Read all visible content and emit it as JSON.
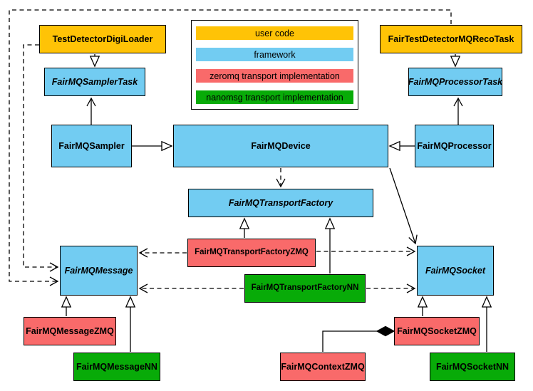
{
  "diagram": {
    "kind": "uml-class-diagram",
    "subject": "FairMQ framework transport architecture"
  },
  "colors": {
    "user_code": "#FFC306",
    "framework": "#72CCF2",
    "zeromq": "#F96A6A",
    "nanomsg": "#08AB08",
    "line": "#000000",
    "background": "#FFFFFF"
  },
  "legend": {
    "items": [
      {
        "label": "user code",
        "category": "user-code"
      },
      {
        "label": "framework",
        "category": "framework"
      },
      {
        "label": "zeromq transport implementation",
        "category": "zeromq"
      },
      {
        "label": "nanomsg transport implementation",
        "category": "nanomsg"
      }
    ]
  },
  "nodes": {
    "testdetectordigiloader": {
      "label": "TestDetectorDigiLoader",
      "category": "user-code",
      "abstract": false
    },
    "fairtestdetectormqrecotask": {
      "label": "FairTestDetectorMQRecoTask",
      "category": "user-code",
      "abstract": false
    },
    "fairmqsamplertask": {
      "label": "FairMQSamplerTask",
      "category": "framework",
      "abstract": true
    },
    "fairmqprocessortask": {
      "label": "FairMQProcessorTask",
      "category": "framework",
      "abstract": true
    },
    "fairmqsampler": {
      "label": "FairMQSampler",
      "category": "framework",
      "abstract": false
    },
    "fairmqdevice": {
      "label": "FairMQDevice",
      "category": "framework",
      "abstract": false
    },
    "fairmqprocessor": {
      "label": "FairMQProcessor",
      "category": "framework",
      "abstract": false
    },
    "fairmqtransportfactory": {
      "label": "FairMQTransportFactory",
      "category": "framework",
      "abstract": true
    },
    "fairmqtransportfactoryzmq": {
      "label": "FairMQTransportFactoryZMQ",
      "category": "zeromq",
      "abstract": false
    },
    "fairmqtransportfactorynn": {
      "label": "FairMQTransportFactoryNN",
      "category": "nanomsg",
      "abstract": false
    },
    "fairmqmessage": {
      "label": "FairMQMessage",
      "category": "framework",
      "abstract": true
    },
    "fairmqsocket": {
      "label": "FairMQSocket",
      "category": "framework",
      "abstract": true
    },
    "fairmqmessagezmq": {
      "label": "FairMQMessageZMQ",
      "category": "zeromq",
      "abstract": false
    },
    "fairmqmessagenn": {
      "label": "FairMQMessageNN",
      "category": "nanomsg",
      "abstract": false
    },
    "fairmqcontextzmq": {
      "label": "FairMQContextZMQ",
      "category": "zeromq",
      "abstract": false
    },
    "fairmqsocketzmq": {
      "label": "FairMQSocketZMQ",
      "category": "zeromq",
      "abstract": false
    },
    "fairmqsocketnn": {
      "label": "FairMQSocketNN",
      "category": "nanomsg",
      "abstract": false
    }
  },
  "relationships": [
    {
      "from": "TestDetectorDigiLoader",
      "to": "FairMQSamplerTask",
      "type": "inheritance"
    },
    {
      "from": "FairTestDetectorMQRecoTask",
      "to": "FairMQProcessorTask",
      "type": "inheritance"
    },
    {
      "from": "FairMQSampler",
      "to": "FairMQDevice",
      "type": "inheritance"
    },
    {
      "from": "FairMQProcessor",
      "to": "FairMQDevice",
      "type": "inheritance"
    },
    {
      "from": "FairMQSampler",
      "to": "FairMQSamplerTask",
      "type": "association"
    },
    {
      "from": "FairMQProcessor",
      "to": "FairMQProcessorTask",
      "type": "association"
    },
    {
      "from": "FairMQDevice",
      "to": "FairMQTransportFactory",
      "type": "dashed-dependency"
    },
    {
      "from": "FairMQDevice",
      "to": "FairMQSocket",
      "type": "association"
    },
    {
      "from": "FairMQTransportFactoryZMQ",
      "to": "FairMQTransportFactory",
      "type": "inheritance"
    },
    {
      "from": "FairMQTransportFactoryNN",
      "to": "FairMQTransportFactory",
      "type": "inheritance"
    },
    {
      "from": "FairMQTransportFactoryZMQ",
      "to": "FairMQMessage",
      "type": "dashed-dependency"
    },
    {
      "from": "FairMQTransportFactoryZMQ",
      "to": "FairMQSocket",
      "type": "dashed-dependency"
    },
    {
      "from": "FairMQTransportFactoryNN",
      "to": "FairMQMessage",
      "type": "dashed-dependency"
    },
    {
      "from": "FairMQTransportFactoryNN",
      "to": "FairMQSocket",
      "type": "dashed-dependency"
    },
    {
      "from": "TestDetectorDigiLoader",
      "to": "FairMQMessage",
      "type": "dashed-dependency"
    },
    {
      "from": "FairTestDetectorMQRecoTask",
      "to": "FairMQMessage",
      "type": "dashed-dependency"
    },
    {
      "from": "FairMQMessageZMQ",
      "to": "FairMQMessage",
      "type": "inheritance"
    },
    {
      "from": "FairMQMessageNN",
      "to": "FairMQMessage",
      "type": "inheritance"
    },
    {
      "from": "FairMQSocketZMQ",
      "to": "FairMQSocket",
      "type": "inheritance"
    },
    {
      "from": "FairMQSocketNN",
      "to": "FairMQSocket",
      "type": "inheritance"
    },
    {
      "from": "FairMQSocketZMQ",
      "to": "FairMQContextZMQ",
      "type": "composition"
    }
  ]
}
